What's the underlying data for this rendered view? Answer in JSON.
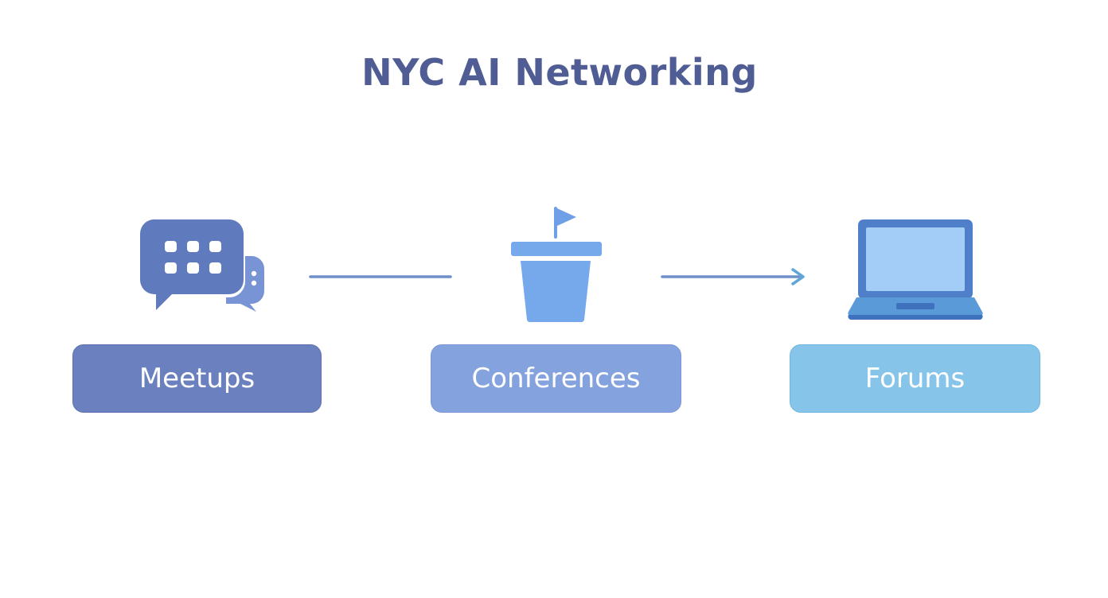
{
  "title": "NYC AI Networking",
  "nodes": [
    {
      "id": "meetups",
      "label": "Meetups",
      "icon": "chat-bubbles-icon",
      "color": "#6b80bf"
    },
    {
      "id": "conferences",
      "label": "Conferences",
      "icon": "podium-flag-icon",
      "color": "#84a2de"
    },
    {
      "id": "forums",
      "label": "Forums",
      "icon": "laptop-icon",
      "color": "#86c4ea"
    }
  ],
  "edges": [
    {
      "from": "meetups",
      "to": "conferences",
      "style": "line"
    },
    {
      "from": "conferences",
      "to": "forums",
      "style": "arrow"
    }
  ],
  "colors": {
    "title": "#4f5d94",
    "connector": "#6f8fc9"
  }
}
